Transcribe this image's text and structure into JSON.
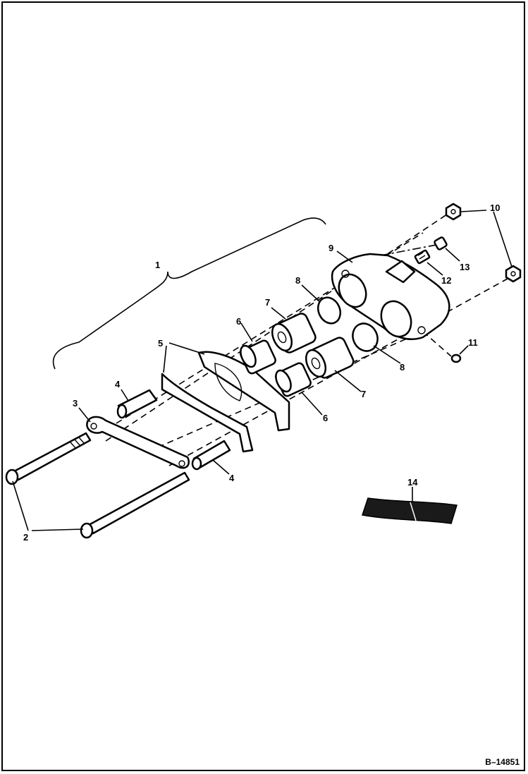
{
  "callouts": {
    "c1": "1",
    "c2": "2",
    "c3": "3",
    "c4a": "4",
    "c4b": "4",
    "c5": "5",
    "c6a": "6",
    "c6b": "6",
    "c7a": "7",
    "c7b": "7",
    "c8a": "8",
    "c8b": "8",
    "c9": "9",
    "c10": "10",
    "c11": "11",
    "c12": "12",
    "c13": "13",
    "c14": "14"
  },
  "figure_id": "B–14851"
}
